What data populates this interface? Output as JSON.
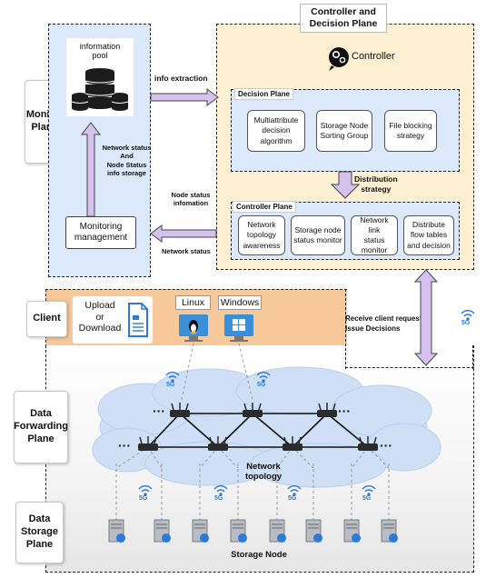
{
  "title": "Controller and\nDecision Plane",
  "controller_label": "Controller",
  "planes": {
    "monitor": "Monitor\nPlane",
    "client": "Client",
    "data_forwarding": "Data\nForwarding\nPlane",
    "data_storage": "Data\nStorage\nPlane"
  },
  "monitor": {
    "info_pool": "information\npool",
    "monitoring_management": "Monitoring\nmanagement",
    "status_note": "Network status\nAnd\nNode Status\ninfo storage"
  },
  "decision_plane": {
    "title": "Decision Plane",
    "items": [
      "Multiattribute\ndecision\nalgorithm",
      "Storage Node\nSorting Group",
      "File blocking\nstrategy"
    ]
  },
  "controller_plane": {
    "title": "Controller Plane",
    "items": [
      "Network\ntopology\nawareness",
      "Storage node\nstatus monitor",
      "Network link\nstatus\nmonitor",
      "Distribute\nflow tables\nand decision"
    ]
  },
  "arrows": {
    "info_extraction": "info extraction",
    "distribution_strategy": "Distribution\nstrategy",
    "node_status": "Node status\ninfomation",
    "network_status": "Network status",
    "client_requests": "Receive client requests\nIssue Decisions"
  },
  "client": {
    "upload": "Upload\nor\nDownload",
    "linux": "Linux",
    "windows": "Windows"
  },
  "network_topology": "Network\ntopology",
  "storage_node": "Storage Node",
  "wireless": "5G",
  "colors": {
    "monitor_bg": "#dce9fb",
    "controller_bg": "#fdefd2",
    "client_bg": "#f6c89a",
    "arrow_purple": "#d5c2ee",
    "cloud": "#cfe0f6"
  }
}
